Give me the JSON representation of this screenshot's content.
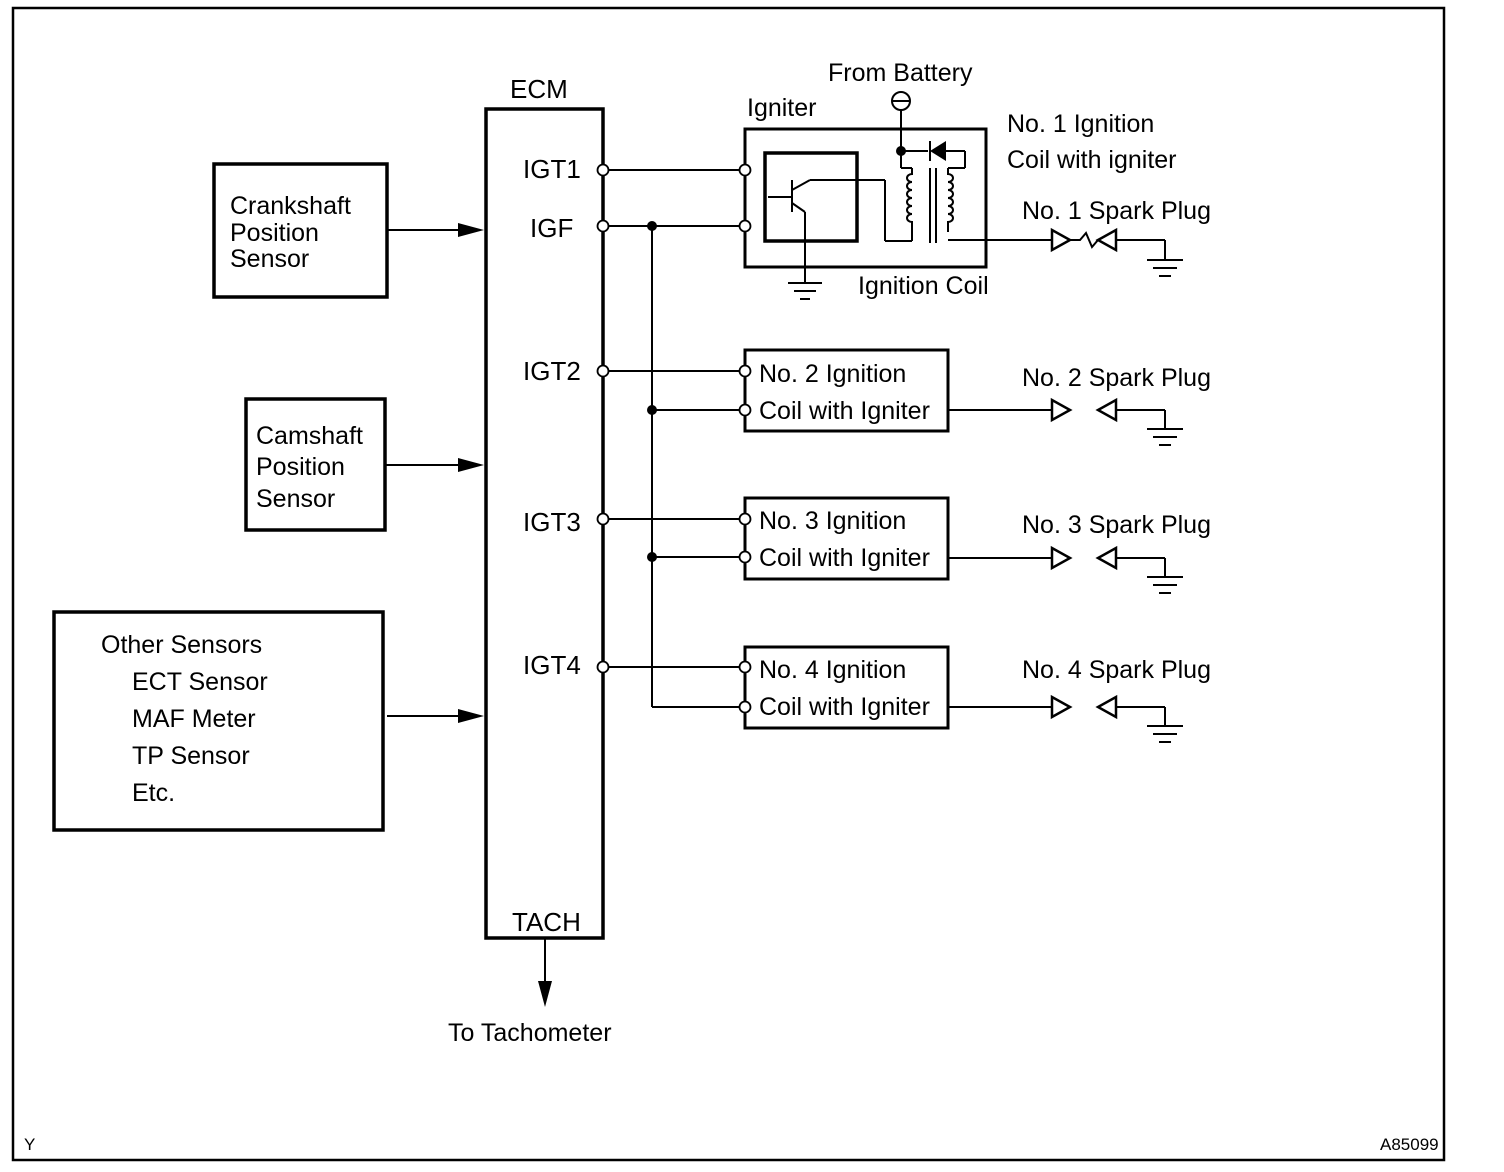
{
  "ecm": {
    "title": "ECM",
    "pins": [
      "IGT1",
      "IGF",
      "IGT2",
      "IGT3",
      "IGT4",
      "TACH"
    ]
  },
  "sensors": {
    "crankshaft": [
      "Crankshaft",
      "Position",
      "Sensor"
    ],
    "camshaft": [
      "Camshaft",
      "Position",
      "Sensor"
    ],
    "other": {
      "heading": "Other Sensors",
      "items": [
        "ECT Sensor",
        "MAF Meter",
        "TP Sensor",
        "Etc."
      ]
    }
  },
  "coil1": {
    "battery": "From Battery",
    "igniter": "Igniter",
    "title": [
      "No. 1 Ignition",
      "Coil with igniter"
    ],
    "coil": "Ignition Coil"
  },
  "coils": [
    [
      "No. 2 Ignition",
      "Coil with Igniter"
    ],
    [
      "No. 3 Ignition",
      "Coil with Igniter"
    ],
    [
      "No. 4 Ignition",
      "Coil with Igniter"
    ]
  ],
  "plugs": [
    "No. 1 Spark Plug",
    "No. 2 Spark Plug",
    "No. 3 Spark Plug",
    "No. 4 Spark Plug"
  ],
  "tach": "To Tachometer",
  "footer": {
    "left": "Y",
    "right": "A85099"
  }
}
